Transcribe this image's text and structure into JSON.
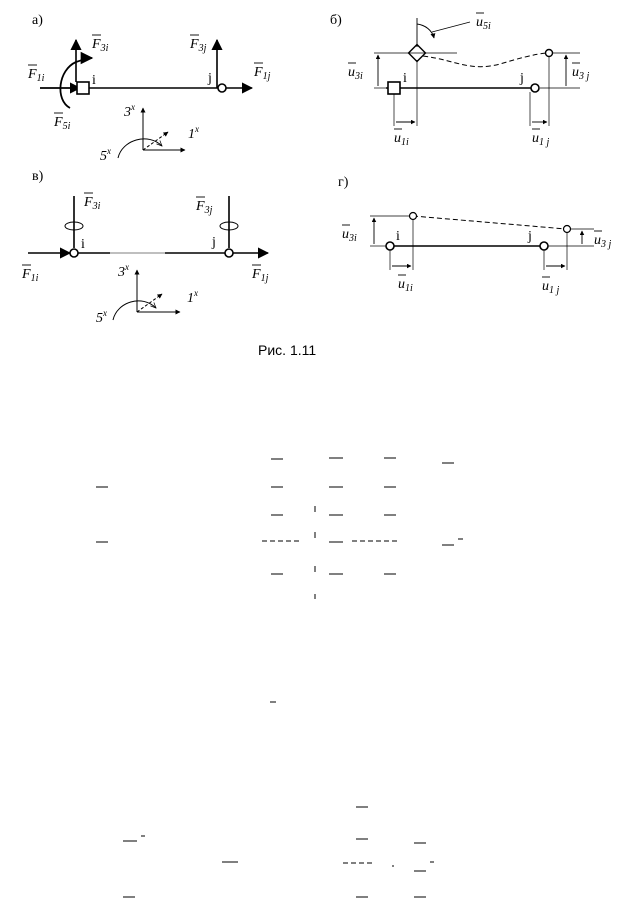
{
  "panels": {
    "a": {
      "label": "а)",
      "forces": {
        "F1i": {
          "base": "F",
          "sub": "1i"
        },
        "F3i": {
          "base": "F",
          "sub": "3i"
        },
        "F5i": {
          "base": "F",
          "sub": "5i"
        },
        "F3j": {
          "base": "F",
          "sub": "3j"
        },
        "F1j": {
          "base": "F",
          "sub": "1j"
        }
      },
      "node_i": "i",
      "node_j": "j",
      "axes": {
        "ax3": "3",
        "ax1": "1",
        "ax5": "5",
        "mark": "x"
      }
    },
    "b": {
      "label": "б)",
      "disps": {
        "u5i": {
          "base": "u",
          "sub": "5i"
        },
        "u3i": {
          "base": "u",
          "sub": "3i"
        },
        "u1i": {
          "base": "u",
          "sub": "1i"
        },
        "u3j": {
          "base": "u",
          "sub": "3 j"
        },
        "u1j": {
          "base": "u",
          "sub": "1 j"
        }
      },
      "node_i": "i",
      "node_j": "j"
    },
    "v": {
      "label": "в)",
      "forces": {
        "F3i": {
          "base": "F",
          "sub": "3i"
        },
        "F3j": {
          "base": "F",
          "sub": "3j"
        },
        "F1i": {
          "base": "F",
          "sub": "1i"
        },
        "F1j": {
          "base": "F",
          "sub": "1j"
        }
      },
      "node_i": "i",
      "node_j": "j",
      "axes": {
        "ax3": "3",
        "ax1": "1",
        "ax5": "5",
        "mark": "x"
      }
    },
    "g": {
      "label": "г)",
      "disps": {
        "u3i": {
          "base": "u",
          "sub": "3i"
        },
        "u1i": {
          "base": "u",
          "sub": "1i"
        },
        "u3j": {
          "base": "u",
          "sub": "3 j"
        },
        "u1j": {
          "base": "u",
          "sub": "1 j"
        }
      },
      "node_i": "i",
      "node_j": "j"
    }
  },
  "caption": "Рис. 1.11",
  "colors": {
    "ink": "#000000",
    "paper": "#ffffff"
  }
}
